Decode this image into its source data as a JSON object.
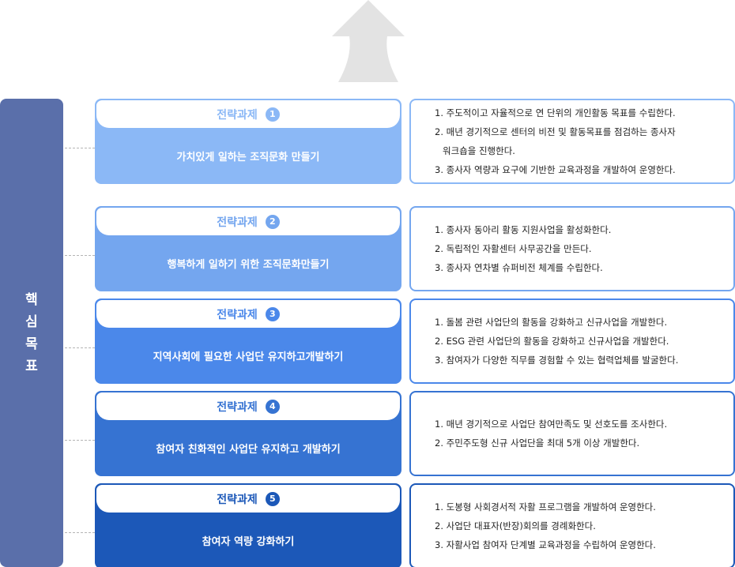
{
  "core_goal": {
    "label": "핵심목표"
  },
  "colors": {
    "core_goal_bg": "#5a6faa",
    "arrow": "#e3e3e3",
    "rows": [
      "#8bb8f6",
      "#74a6ef",
      "#4b88ea",
      "#3673d2",
      "#1c58b8"
    ]
  },
  "tasks": [
    {
      "label": "전략과제",
      "number": "1",
      "title": "가치있게 일하는 조직문화 만들기",
      "items": [
        [
          "1. 주도적이고 자율적으로 연 단위의 개인활동 목표를 수립한다."
        ],
        [
          "2. 매년 경기적으로 센터의 비전 및 활동목표를 점검하는 종사자",
          "워크숍을 진행한다."
        ],
        [
          "3. 종사자 역량과 요구에 기반한 교육과정을 개발하여 운영한다."
        ]
      ]
    },
    {
      "label": "전략과제",
      "number": "2",
      "title": "행복하게 일하기 위한 조직문화만들기",
      "items": [
        [
          "1. 종사자 동아리 활동 지원사업을 활성화한다."
        ],
        [
          "2. 독립적인 자활센터 사무공간을 만든다."
        ],
        [
          "3. 종사자 연차별 슈퍼비전 체계를 수립한다."
        ]
      ]
    },
    {
      "label": "전략과제",
      "number": "3",
      "title": "지역사회에 필요한 사업단 유지하고개발하기",
      "items": [
        [
          "1. 돌봄 관련 사업단의 활동을 강화하고 신규사업을 개발한다."
        ],
        [
          "2.  ESG 관련 사업단의 활동을 강화하고 신규사업을 개발한다."
        ],
        [
          "3. 참여자가 다양한 직무를 경험할 수 있는 협력업체를 발굴한다."
        ]
      ]
    },
    {
      "label": "전략과제",
      "number": "4",
      "title": "참여자 친화적인 사업단 유지하고 개발하기",
      "items": [
        [
          "1. 매년 경기적으로 사업단 참여만족도 및 선호도를 조사한다."
        ],
        [
          "2. 주민주도형 신규 사업단을 최대 5개 이상 개발한다."
        ]
      ]
    },
    {
      "label": "전략과제",
      "number": "5",
      "title": "참여자 역량 강화하기",
      "items": [
        [
          "1. 도봉형 사회경서적 자활 프로그램을 개발하여 운영한다."
        ],
        [
          "2. 사업단 대표자(반장)회의를 경례화한다."
        ],
        [
          "3. 자활사업 참여자 단계별 교육과정을 수립하여 운영한다."
        ]
      ]
    }
  ]
}
